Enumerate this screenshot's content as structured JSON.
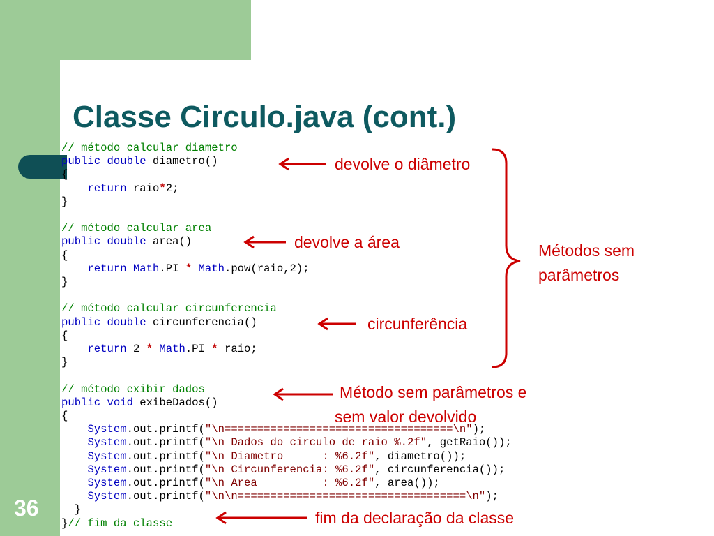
{
  "slide": {
    "title": "Classe Circulo.java (cont.)",
    "number": "36"
  },
  "code": {
    "lines": [
      [
        {
          "t": "// método calcular diametro",
          "c": "c"
        }
      ],
      [
        {
          "t": "public double",
          "c": "k"
        },
        {
          "t": " diametro()"
        }
      ],
      [
        {
          "t": "{"
        }
      ],
      [
        {
          "t": "    "
        },
        {
          "t": "return",
          "c": "k"
        },
        {
          "t": " raio"
        },
        {
          "t": "*",
          "c": "op"
        },
        {
          "t": "2;"
        }
      ],
      [
        {
          "t": "}"
        }
      ],
      [],
      [
        {
          "t": "// método calcular area",
          "c": "c"
        }
      ],
      [
        {
          "t": "public double",
          "c": "k"
        },
        {
          "t": " area()"
        }
      ],
      [
        {
          "t": "{"
        }
      ],
      [
        {
          "t": "    "
        },
        {
          "t": "return Math",
          "c": "k"
        },
        {
          "t": ".PI "
        },
        {
          "t": "*",
          "c": "op"
        },
        {
          "t": " "
        },
        {
          "t": "Math",
          "c": "k"
        },
        {
          "t": ".pow(raio,2);"
        }
      ],
      [
        {
          "t": "}"
        }
      ],
      [],
      [
        {
          "t": "// método calcular circunferencia",
          "c": "c"
        }
      ],
      [
        {
          "t": "public double",
          "c": "k"
        },
        {
          "t": " circunferencia()"
        }
      ],
      [
        {
          "t": "{"
        }
      ],
      [
        {
          "t": "    "
        },
        {
          "t": "return",
          "c": "k"
        },
        {
          "t": " 2 "
        },
        {
          "t": "*",
          "c": "op"
        },
        {
          "t": " "
        },
        {
          "t": "Math",
          "c": "k"
        },
        {
          "t": ".PI "
        },
        {
          "t": "*",
          "c": "op"
        },
        {
          "t": " raio;"
        }
      ],
      [
        {
          "t": "}"
        }
      ],
      [],
      [
        {
          "t": "// método exibir dados",
          "c": "c"
        }
      ],
      [
        {
          "t": "public void",
          "c": "k"
        },
        {
          "t": " exibeDados()"
        }
      ],
      [
        {
          "t": "{"
        }
      ],
      [
        {
          "t": "    "
        },
        {
          "t": "System",
          "c": "k"
        },
        {
          "t": ".out.printf("
        },
        {
          "t": "\"\\n===================================\\n\"",
          "c": "s"
        },
        {
          "t": ");"
        }
      ],
      [
        {
          "t": "    "
        },
        {
          "t": "System",
          "c": "k"
        },
        {
          "t": ".out.printf("
        },
        {
          "t": "\"\\n Dados do circulo de raio %.2f\"",
          "c": "s"
        },
        {
          "t": ", getRaio());"
        }
      ],
      [
        {
          "t": "    "
        },
        {
          "t": "System",
          "c": "k"
        },
        {
          "t": ".out.printf("
        },
        {
          "t": "\"\\n Diametro      : %6.2f\"",
          "c": "s"
        },
        {
          "t": ", diametro());"
        }
      ],
      [
        {
          "t": "    "
        },
        {
          "t": "System",
          "c": "k"
        },
        {
          "t": ".out.printf("
        },
        {
          "t": "\"\\n Circunferencia: %6.2f\"",
          "c": "s"
        },
        {
          "t": ", circunferencia());"
        }
      ],
      [
        {
          "t": "    "
        },
        {
          "t": "System",
          "c": "k"
        },
        {
          "t": ".out.printf("
        },
        {
          "t": "\"\\n Area          : %6.2f\"",
          "c": "s"
        },
        {
          "t": ", area());"
        }
      ],
      [
        {
          "t": "    "
        },
        {
          "t": "System",
          "c": "k"
        },
        {
          "t": ".out.printf("
        },
        {
          "t": "\"\\n\\n===================================\\n\"",
          "c": "s"
        },
        {
          "t": ");"
        }
      ],
      [
        {
          "t": "  }"
        }
      ],
      [
        {
          "t": "}"
        },
        {
          "t": "// fim da classe",
          "c": "c"
        }
      ]
    ]
  },
  "annotations": {
    "diametro": "devolve o diâmetro",
    "area": "devolve a área",
    "circunferencia": "circunferência",
    "metodos_sem_parametros_1": "Métodos sem",
    "metodos_sem_parametros_2": "parâmetros",
    "exibe_1": "Método sem parâmetros e",
    "exibe_2": "sem valor devolvido",
    "fim": "fim da declaração da classe"
  },
  "colors": {
    "accent_green": "#9dcb97",
    "title_teal": "#0e5a60",
    "tab_teal": "#0f4f55",
    "annotation_red": "#cc0000"
  }
}
